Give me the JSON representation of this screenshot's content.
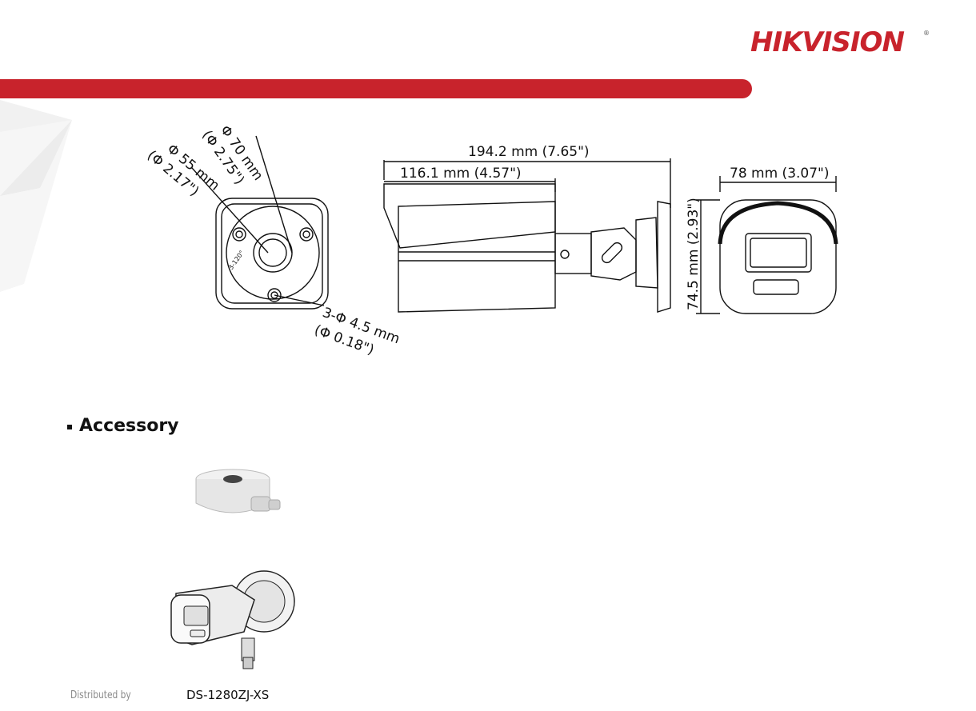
{
  "header": {
    "brand": "HIKVISION",
    "brand_mark": "®",
    "accent_color": "#c8232c"
  },
  "drawing": {
    "bracket_outer_dia": "Φ 70 mm",
    "bracket_outer_dia_in": "(Φ 2.75\")",
    "bracket_inner_dia": "Φ 55 mm",
    "bracket_inner_dia_in": "(Φ 2.17\")",
    "hole_angle": "3-120°",
    "screw_holes": "3-Φ 4.5 mm",
    "screw_holes_in": "(Φ 0.18\")",
    "total_length": "194.2 mm (7.65\")",
    "body_length": "116.1 mm (4.57\")",
    "width": "78 mm (3.07\")",
    "height": "74.5 mm (2.93\")"
  },
  "section": {
    "title": "Accessory"
  },
  "footer": {
    "distributed_by": "Distributed by",
    "model": "DS-1280ZJ-XS"
  }
}
